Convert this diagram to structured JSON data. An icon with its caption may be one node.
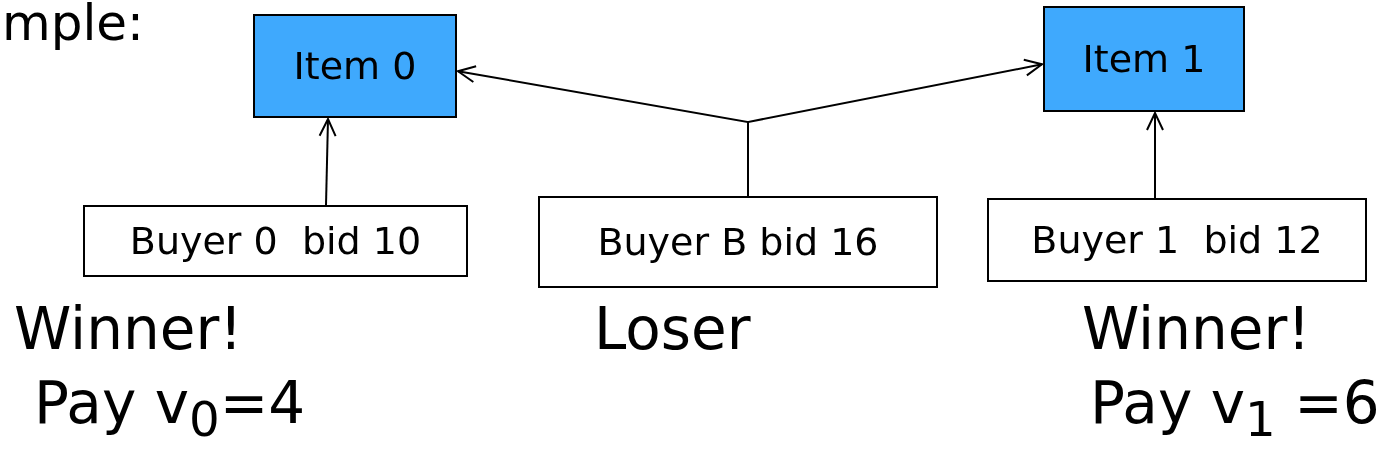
{
  "diagram": {
    "nodes": [
      {
        "text": [
          "Item 0"
        ]
      },
      {
        "text": [
          "Item 1"
        ]
      },
      {
        "text": [
          "Buyer 0  bid 10"
        ],
        "beside": [
          "Winner!",
          "Pay v$_{0}$=4"
        ]
      },
      {
        "text": [
          "Buyer B bid 16"
        ],
        "beside": [
          "Loser"
        ]
      },
      {
        "text": [
          "Buyer 1  bid 12"
        ],
        "beside": [
          "Winner!",
          "Pay v$_{1}$ =6"
        ]
      }
    ],
    "edges": [
      {
        "from": 2,
        "to": 0,
        "arrow": "to"
      },
      {
        "from": 3,
        "to": 0,
        "arrow": "to"
      },
      {
        "from": 3,
        "to": 1,
        "arrow": "to"
      },
      {
        "from": 4,
        "to": 1,
        "arrow": "to"
      }
    ],
    "labels": [
      "mple:"
    ]
  }
}
